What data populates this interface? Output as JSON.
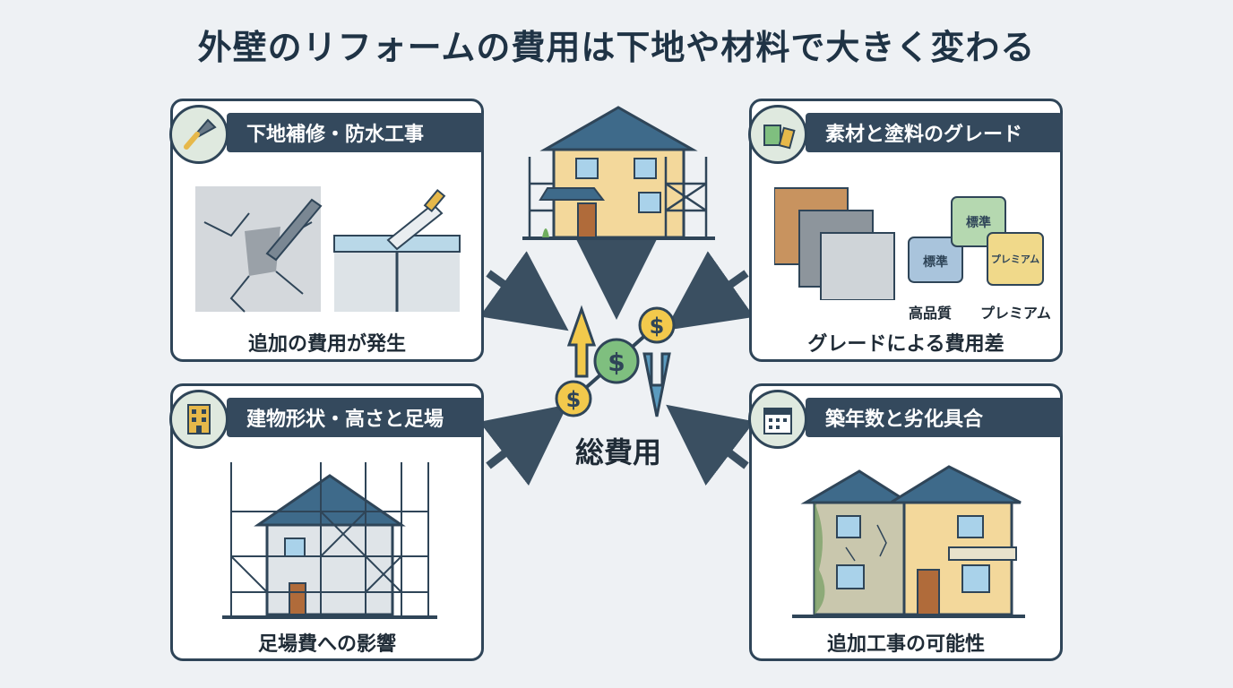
{
  "title": "外壁のリフォームの費用は下地や材料で大きく変わる",
  "center_label": "総費用",
  "cards": {
    "repair": {
      "heading": "下地補修・防水工事",
      "caption": "追加の費用が発生",
      "icon": "trowel-icon"
    },
    "material": {
      "heading": "素材と塗料のグレード",
      "caption": "グレードによる費用差",
      "icon": "paint-can-icon",
      "paint_labels": [
        "標準",
        "標準",
        "プレミアム"
      ],
      "grade_labels": [
        "高品質",
        "プレミアム"
      ]
    },
    "shape": {
      "heading": "建物形状・高さと足場",
      "caption": "足場費への影響",
      "icon": "building-icon"
    },
    "age": {
      "heading": "築年数と劣化具合",
      "caption": "追加工事の可能性",
      "icon": "calendar-icon"
    }
  },
  "currency_symbol": "$",
  "colors": {
    "dark": "#2f4558",
    "accent_yellow": "#f2c94c",
    "accent_green": "#7fbf7f",
    "accent_blue": "#5b9bbf"
  }
}
